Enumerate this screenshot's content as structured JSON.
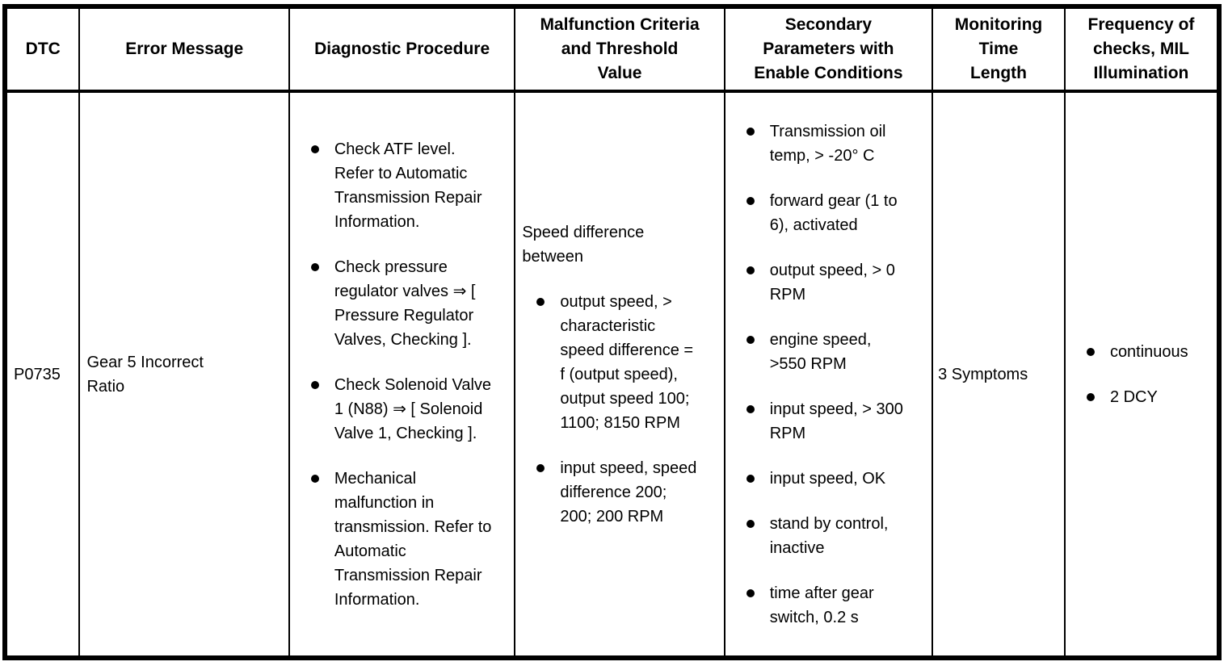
{
  "table": {
    "columns": [
      {
        "label": "DTC"
      },
      {
        "label": "Error Message"
      },
      {
        "label": "Diagnostic Procedure"
      },
      {
        "label": "Malfunction Criteria and Threshold Value"
      },
      {
        "label": "Secondary Parameters with Enable Conditions"
      },
      {
        "label": "Monitoring Time Length"
      },
      {
        "label": "Frequency of checks, MIL Illumination"
      }
    ],
    "row": {
      "dtc": "P0735",
      "error_message": "Gear 5 Incorrect Ratio",
      "diagnostic_procedure": [
        "Check ATF level. Refer to Automatic Transmission Repair Information.",
        "Check pressure regulator valves ⇒ [ Pressure Regulator Valves, Checking ].",
        "Check Solenoid Valve 1 (N88) ⇒ [ Solenoid Valve 1, Checking ].",
        "Mechanical malfunction in transmission. Refer to Automatic Transmission Repair Information."
      ],
      "malfunction_criteria": {
        "intro": "Speed difference between",
        "bullets": [
          "output speed, > characteristic speed difference = f (output speed), output speed 100; 1100; 8150 RPM",
          "input speed, speed difference 200; 200; 200 RPM"
        ]
      },
      "secondary_parameters": [
        "Transmission oil temp, > -20° C",
        "forward gear (1 to 6), activated",
        "output speed, > 0 RPM",
        "engine speed, >550 RPM",
        "input speed, > 300 RPM",
        "input speed, OK",
        "stand by control, inactive",
        "time after gear switch, 0.2 s"
      ],
      "monitoring_time_length": "3 Symptoms",
      "frequency_of_checks": [
        "continuous",
        "2 DCY"
      ]
    }
  },
  "colors": {
    "border": "#000000",
    "text": "#000000",
    "background": "#ffffff"
  }
}
